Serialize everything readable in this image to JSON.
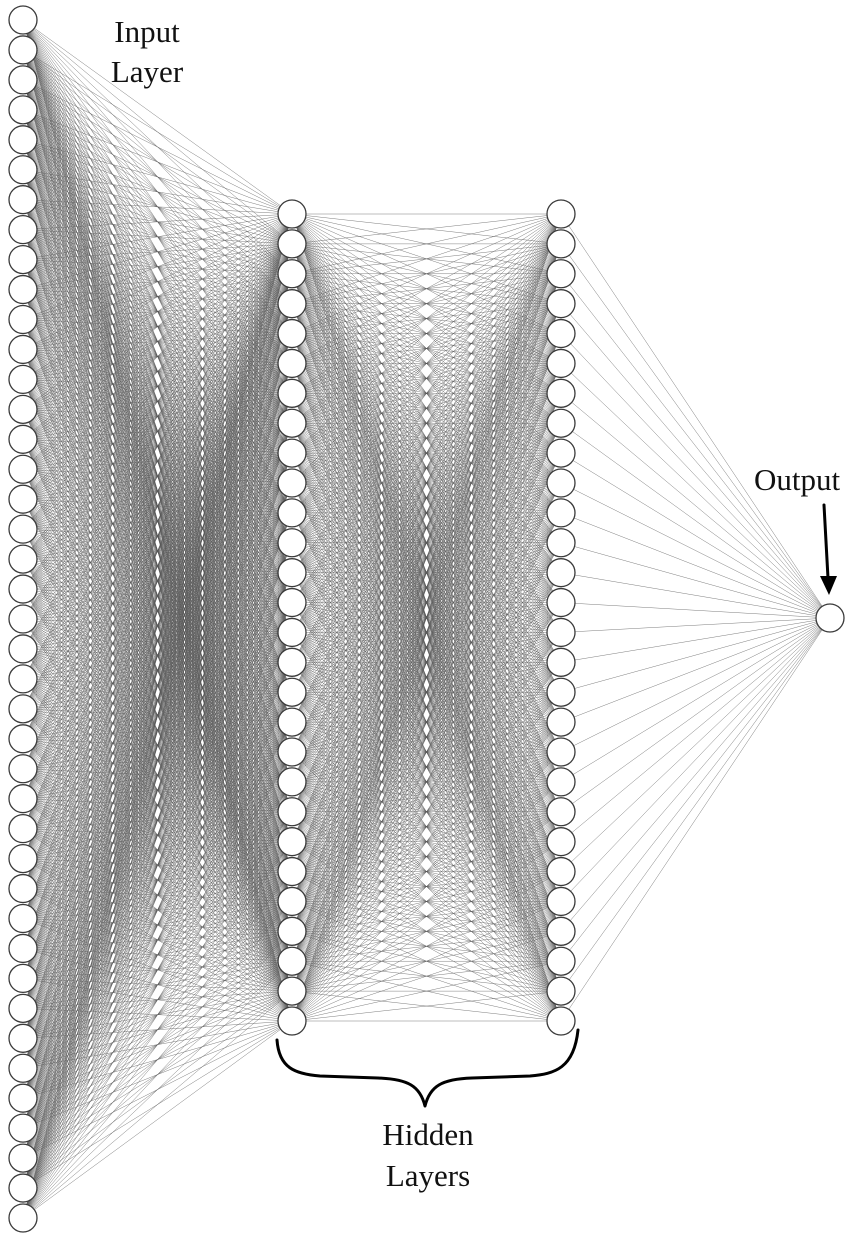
{
  "diagram": {
    "labels": {
      "input_line1": "Input",
      "input_line2": "Layer",
      "hidden_line1": "Hidden",
      "hidden_line2": "Layers",
      "output": "Output"
    },
    "layers": [
      {
        "nodes": 41
      },
      {
        "nodes": 28
      },
      {
        "nodes": 28
      },
      {
        "nodes": 1
      }
    ],
    "colors": {
      "node_fill": "#ffffff",
      "node_stroke": "#3a3a3a",
      "edge": "#555555",
      "annotation": "#000000"
    }
  }
}
